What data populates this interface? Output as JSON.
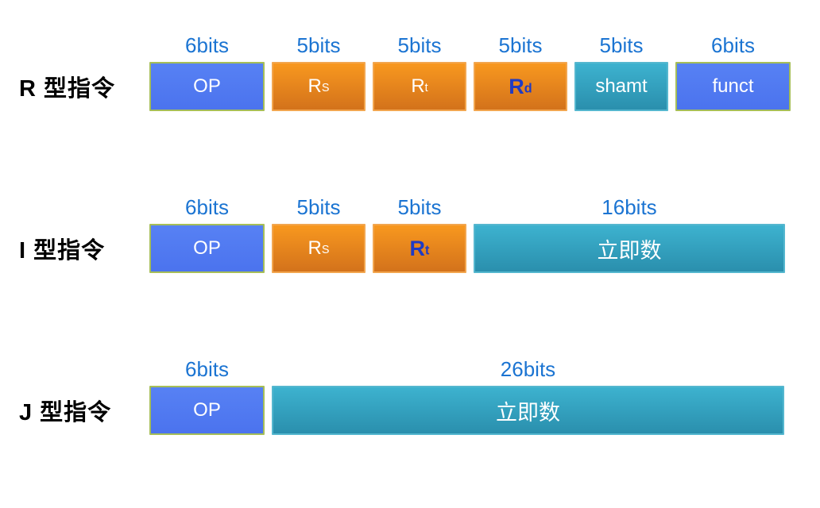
{
  "colors": {
    "blue-box-top": "#5781F4",
    "blue-box-bottom": "#4B73EE",
    "blue-box-border": "#A6BE58",
    "orange-box-top": "#F8981F",
    "orange-box-bottom": "#D3721B",
    "orange-box-border": "#F2A64F",
    "teal-box-top": "#3DB2CF",
    "teal-box-bottom": "#2A8FAD",
    "teal-box-border": "#55B7CF",
    "bits-label": "#1B74D2",
    "emphasis-text": "#1F3BC4",
    "box-text": "#FFFFFF",
    "row-label": "#000000"
  },
  "rows": [
    {
      "id": "r-type",
      "label": "R 型指令",
      "fields": [
        {
          "id": "op",
          "bits": "6bits",
          "text": "OP",
          "type": "blue"
        },
        {
          "id": "rs",
          "bits": "5bits",
          "text": "R",
          "sub": "S",
          "type": "orange"
        },
        {
          "id": "rt",
          "bits": "5bits",
          "text": "R",
          "sub": "t",
          "type": "orange"
        },
        {
          "id": "rd",
          "bits": "5bits",
          "text": "R",
          "sub": "d",
          "type": "orange",
          "emphasis": true
        },
        {
          "id": "shamt",
          "bits": "5bits",
          "text": "shamt",
          "type": "teal"
        },
        {
          "id": "funct",
          "bits": "6bits",
          "text": "funct",
          "type": "blue"
        }
      ]
    },
    {
      "id": "i-type",
      "label": "I 型指令",
      "fields": [
        {
          "id": "op",
          "bits": "6bits",
          "text": "OP",
          "type": "blue"
        },
        {
          "id": "rs",
          "bits": "5bits",
          "text": "R",
          "sub": "S",
          "type": "orange"
        },
        {
          "id": "rt",
          "bits": "5bits",
          "text": "R",
          "sub": "t",
          "type": "orange",
          "emphasis": true
        },
        {
          "id": "immediate",
          "bits": "16bits",
          "text": "立即数",
          "type": "teal",
          "cjk": true
        }
      ]
    },
    {
      "id": "j-type",
      "label": "J 型指令",
      "fields": [
        {
          "id": "op",
          "bits": "6bits",
          "text": "OP",
          "type": "blue"
        },
        {
          "id": "immediate",
          "bits": "26bits",
          "text": "立即数",
          "type": "teal",
          "cjk": true
        }
      ]
    }
  ]
}
